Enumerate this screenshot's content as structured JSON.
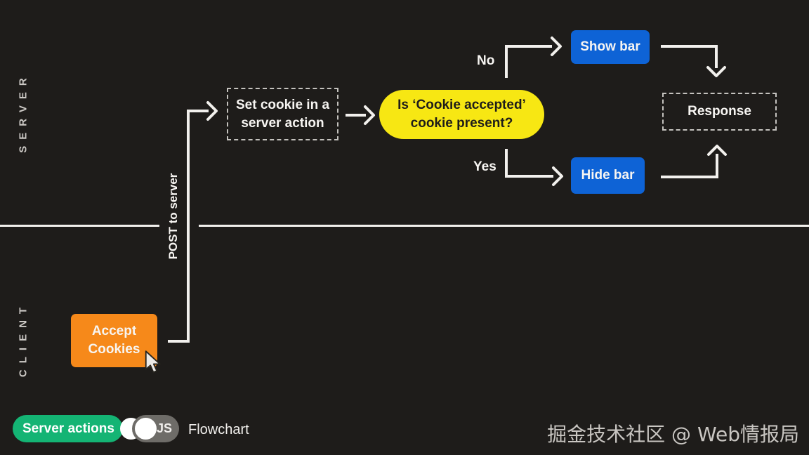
{
  "colors": {
    "background": "#1e1c1a",
    "line_white": "#f2f0ed",
    "accept_orange": "#f6891a",
    "decision_yellow": "#f7e713",
    "action_blue": "#0e63d6",
    "toggle_green": "#14b474",
    "toggle_gray": "#6e6c68"
  },
  "lanes": {
    "server_label": "SERVER",
    "client_label": "CLIENT"
  },
  "flow": {
    "accept_button": "Accept Cookies",
    "post_label": "POST to server",
    "set_cookie_box": "Set cookie in a server action",
    "decision_pill": "Is ‘Cookie accepted’ cookie present?",
    "no_label": "No",
    "yes_label": "Yes",
    "show_bar_button": "Show bar",
    "hide_bar_button": "Hide bar",
    "response_box": "Response"
  },
  "controls": {
    "server_actions_label": "Server actions",
    "server_actions_state": "on",
    "js_label": "JS",
    "js_state": "off",
    "flowchart_label": "Flowchart"
  },
  "watermark": {
    "text": "掘金技术社区 @ Web情报局"
  }
}
